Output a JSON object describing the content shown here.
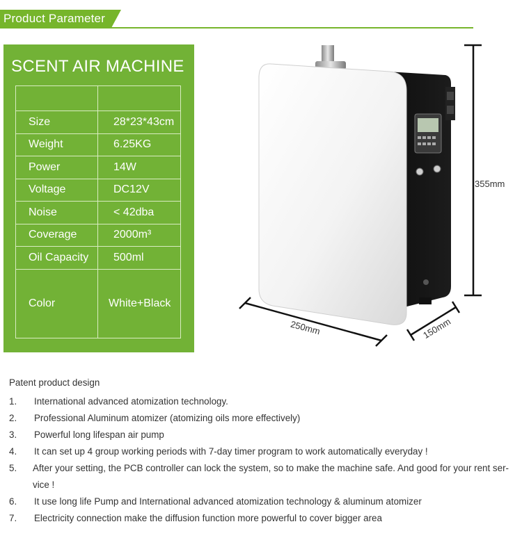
{
  "header": {
    "title": "Product Parameter"
  },
  "specs": {
    "title": "SCENT AIR MACHINE",
    "rows": [
      {
        "label": "Size",
        "value": "28*23*43cm"
      },
      {
        "label": "Weight",
        "value": "6.25KG"
      },
      {
        "label": "Power",
        "value": "14W"
      },
      {
        "label": "Voltage",
        "value": "DC12V"
      },
      {
        "label": "Noise",
        "value": "< 42dba"
      },
      {
        "label": "Coverage",
        "value": "2000m³"
      },
      {
        "label": "Oil Capacity",
        "value": "500ml"
      },
      {
        "label": "Color",
        "value": "White+Black"
      }
    ]
  },
  "dimensions": {
    "height": "355mm",
    "width": "250mm",
    "depth": "150mm"
  },
  "colors": {
    "accent": "#76b52b",
    "panel": "#72b236"
  },
  "description": {
    "intro": "Patent product design",
    "items": [
      {
        "num": "1.",
        "text": "International advanced atomization technology."
      },
      {
        "num": "2.",
        "text": "Professional Aluminum atomizer (atomizing oils more effectively)"
      },
      {
        "num": "3.",
        "text": "Powerful long lifespan air pump"
      },
      {
        "num": "4.",
        "text": "It can set up 4 group working periods with 7-day timer program to work automatically everyday !"
      },
      {
        "num": "5.",
        "text": "After your setting, the PCB controller can lock the system, so to make the machine safe. And good for your rent ser-vice !"
      },
      {
        "num": "6.",
        "text": "It use long life Pump and International advanced atomization technology & aluminum atomizer"
      },
      {
        "num": "7.",
        "text": "Electricity connection make the diffusion function more powerful to cover bigger area"
      }
    ]
  }
}
